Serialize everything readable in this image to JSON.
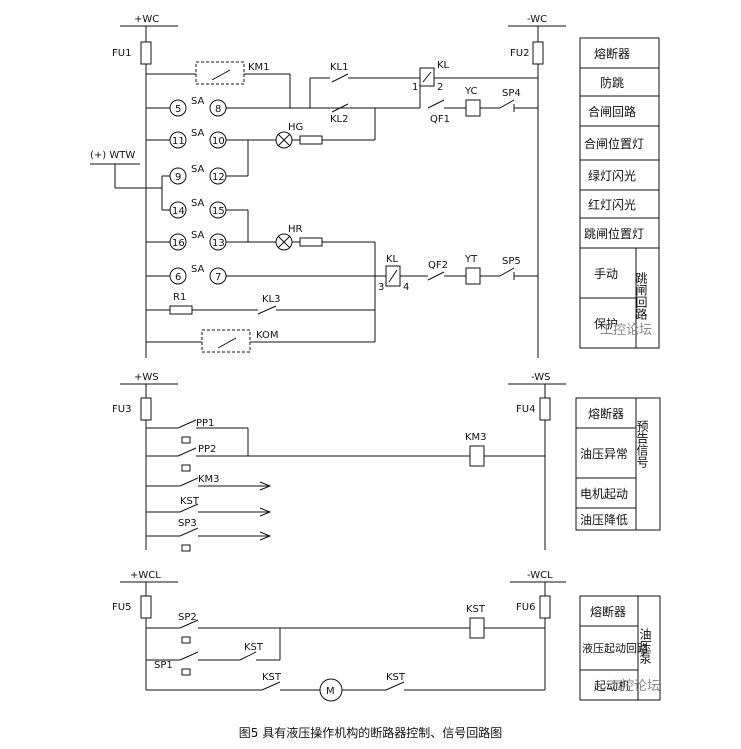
{
  "caption": "图5 具有液压操作机构的断路器控制、信号回路图",
  "bus": {
    "pwc": "+WC",
    "nwc": "-WC",
    "pws": "+WS",
    "nws": "-WS",
    "pwcl": "+WCL",
    "nwcl": "-WCL",
    "wtw": "(+) WTW"
  },
  "fuses": [
    "FU1",
    "FU2",
    "FU3",
    "FU4",
    "FU5",
    "FU6"
  ],
  "contacts": {
    "km1": "KM1",
    "kl1": "KL1",
    "kl2": "KL2",
    "kl": "KL",
    "qf1": "QF1",
    "qf2": "QF2",
    "yc": "YC",
    "yt": "YT",
    "sp4": "SP4",
    "sp5": "SP5",
    "hg": "HG",
    "hr": "HR",
    "r1": "R1",
    "kl3": "KL3",
    "kom": "KOM",
    "pp1": "PP1",
    "pp2": "PP2",
    "km3": "KM3",
    "kst": "KST",
    "sp3": "SP3",
    "sp2": "SP2",
    "sp1": "SP1",
    "motor": "M",
    "sa": "SA",
    "kl_pin1": "1",
    "kl_pin2": "2",
    "kl_pin3": "3",
    "kl_pin4": "4"
  },
  "sa_terminals": [
    "5",
    "8",
    "11",
    "10",
    "9",
    "12",
    "14",
    "15",
    "16",
    "13",
    "6",
    "7"
  ],
  "table1": {
    "rows": [
      "熔断器",
      "防跳",
      "合闸回路",
      "合闸位置灯",
      "绿灯闪光",
      "红灯闪光",
      "跳闸位置灯"
    ],
    "manual": "手动",
    "protect": "保护",
    "side": "跳闸回路"
  },
  "table2": {
    "rows": [
      "熔断器",
      "油压异常",
      "电机起动",
      "油压降低"
    ],
    "side": "预告信号"
  },
  "table3": {
    "rows": [
      "熔断器",
      "液压起动回路",
      "起动机"
    ],
    "side": "油压泵"
  },
  "watermark": "工控论坛"
}
